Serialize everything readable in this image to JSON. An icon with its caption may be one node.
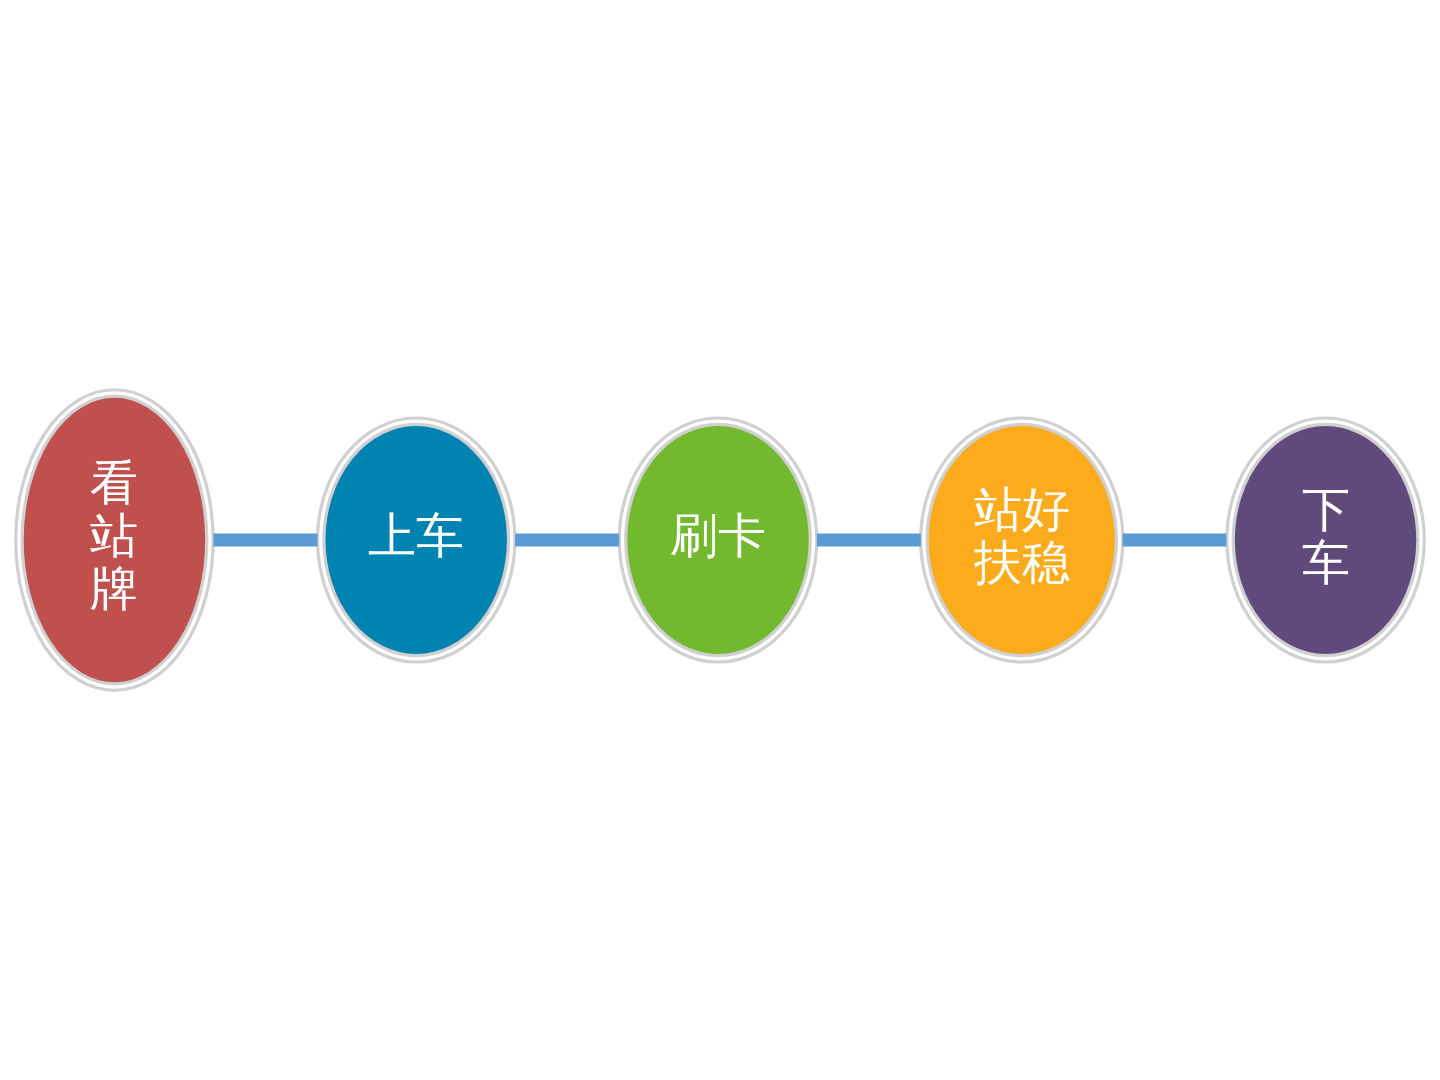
{
  "diagram": {
    "nodes": [
      {
        "text": [
          "看站牌"
        ]
      },
      {
        "text": [
          "上车"
        ]
      },
      {
        "text": [
          "刷卡"
        ]
      },
      {
        "text": [
          "站好扶稳"
        ]
      },
      {
        "text": [
          "下车"
        ]
      }
    ],
    "edges": [
      {
        "from": 0,
        "to": 1,
        "arrow": "none"
      },
      {
        "from": 1,
        "to": 2,
        "arrow": "none"
      },
      {
        "from": 2,
        "to": 3,
        "arrow": "none"
      },
      {
        "from": 3,
        "to": 4,
        "arrow": "none"
      }
    ]
  }
}
